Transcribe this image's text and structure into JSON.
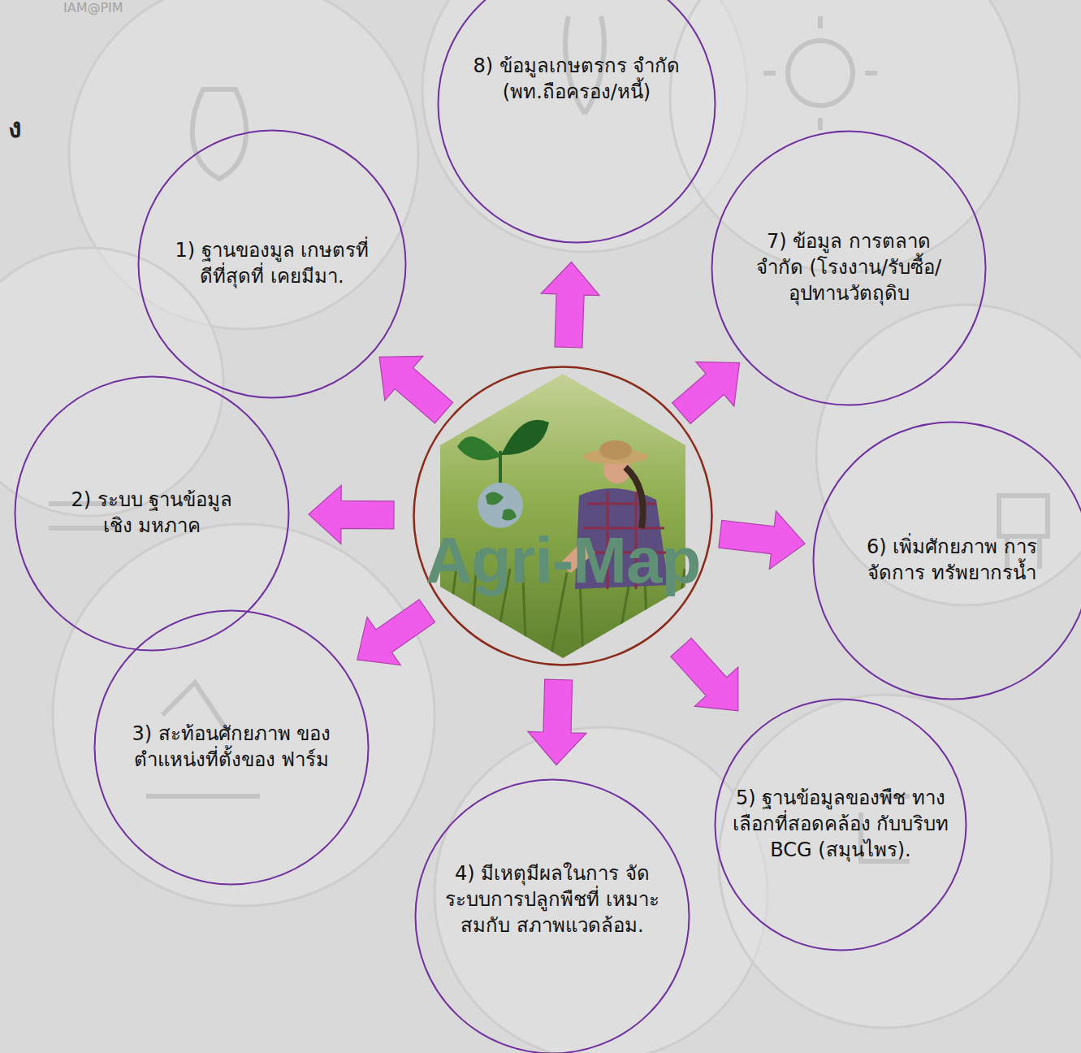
{
  "diagram": {
    "nodes": [
      {
        "text": [
          "Agri-Map"
        ]
      },
      {
        "text": [
          "1) ฐานของมูล เกษตรที่ดีที่สุดที่ เคยมีมา."
        ]
      },
      {
        "text": [
          "2) ระบบ ฐานข้อมูลเชิง มหภาค"
        ]
      },
      {
        "text": [
          "3) สะท้อนศักยภาพ ของตำแหน่งที่ตั้งของ ฟาร์ม"
        ]
      },
      {
        "text": [
          "4) มีเหตุมีผลในการ จัดระบบการปลูกพืชที่ เหมาะสมกับ สภาพแวดล้อม."
        ]
      },
      {
        "text": [
          "5) ฐานข้อมูลของพืช ทางเลือกที่สอดคล้อง กับบริบท BCG (สมุนไพร)."
        ]
      },
      {
        "text": [
          "6) เพิ่มศักยภาพ การจัดการ ทรัพยากรน้ำ"
        ]
      },
      {
        "text": [
          "7) ข้อมูล การตลาดจำกัด (โรงงาน/รับซื้อ/ อุปทานวัตถุดิบ"
        ]
      },
      {
        "text": [
          "8) ข้อมูลเกษตรกร จำกัด (พท.ถือครอง/หนี้)"
        ]
      }
    ],
    "edges": [
      {
        "from": 0,
        "to": 1,
        "arrow": "to"
      },
      {
        "from": 0,
        "to": 2,
        "arrow": "to"
      },
      {
        "from": 0,
        "to": 3,
        "arrow": "to"
      },
      {
        "from": 0,
        "to": 4,
        "arrow": "to"
      },
      {
        "from": 0,
        "to": 5,
        "arrow": "to"
      },
      {
        "from": 0,
        "to": 6,
        "arrow": "to"
      },
      {
        "from": 0,
        "to": 7,
        "arrow": "to"
      },
      {
        "from": 0,
        "to": 8,
        "arrow": "to"
      }
    ],
    "labels": [
      "IAM@PIM",
      "ง"
    ]
  }
}
